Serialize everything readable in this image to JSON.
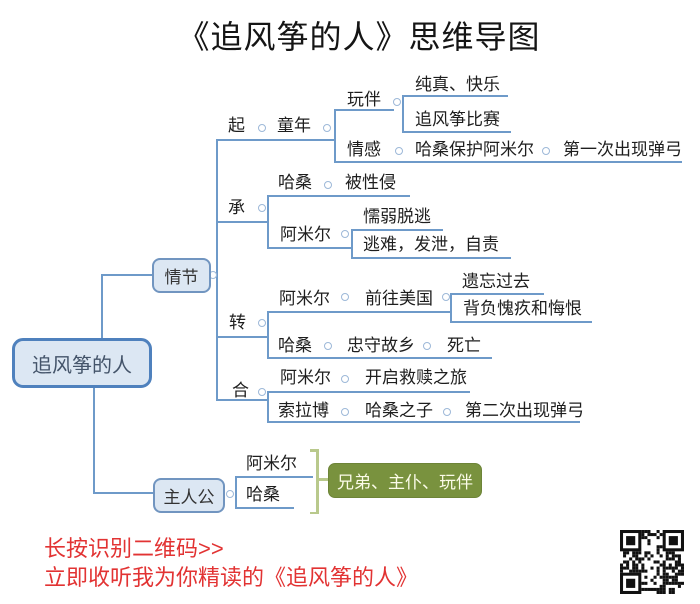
{
  "title": "《追风筝的人》思维导图",
  "root_label": "追风筝的人",
  "map": {
    "plot": {
      "label": "情节",
      "qi": {
        "label": "起",
        "tongnian": "童年",
        "wanban": "玩伴",
        "chunzhen": "纯真、快乐",
        "bisai": "追风筝比赛",
        "qinggan": "情感",
        "baohu": "哈桑保护阿米尔",
        "diyici": "第一次出现弹弓"
      },
      "cheng": {
        "label": "承",
        "hasang": "哈桑",
        "beixingqin": "被性侵",
        "amier": "阿米尔",
        "nuoruo": "懦弱脱逃",
        "taonan": "逃难，发泄，自责"
      },
      "zhuan": {
        "label": "转",
        "amier": "阿米尔",
        "qianwang": "前往美国",
        "yiwang": "遗忘过去",
        "beifu": "背负愧疚和悔恨",
        "hasang": "哈桑",
        "zhongshou": "忠守故乡",
        "siwang": "死亡"
      },
      "he": {
        "label": "合",
        "amier": "阿米尔",
        "kaiqi": "开启救赎之旅",
        "suolabo": "索拉博",
        "hasangzhizi": "哈桑之子",
        "dierci": "第二次出现弹弓"
      }
    },
    "protagonist": {
      "label": "主人公",
      "amier": "阿米尔",
      "hasang": "哈桑",
      "relation": "兄弟、主仆、玩伴"
    }
  },
  "footer": {
    "line1": "长按识别二维码>>",
    "line2": "立即收听我为你精读的《追风筝的人》"
  },
  "colors": {
    "line_blue": "#6e9ac9",
    "node_border_blue": "#4f81bd",
    "node_fill_blue": "#dce7f3",
    "green_fill": "#79923e",
    "bracket_olive": "#b9c98c",
    "footer_red": "#e23333"
  }
}
